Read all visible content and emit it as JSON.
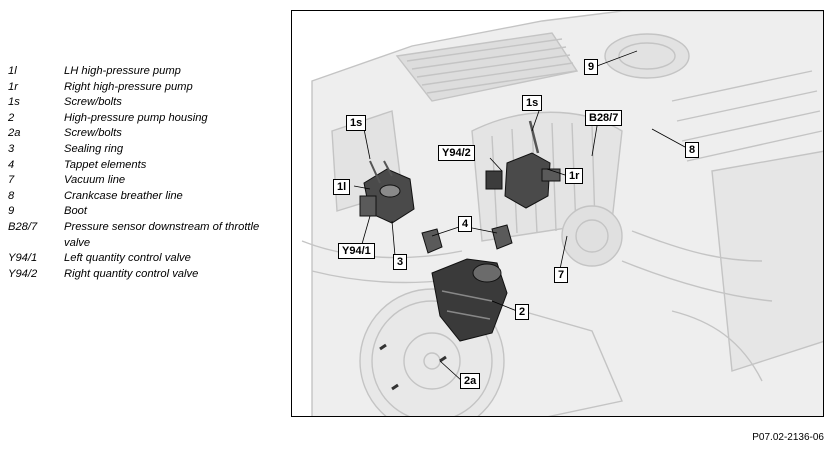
{
  "legend": [
    {
      "code": "1l",
      "desc": "LH high-pressure pump"
    },
    {
      "code": "1r",
      "desc": "Right high-pressure pump"
    },
    {
      "code": "1s",
      "desc": "Screw/bolts"
    },
    {
      "code": "2",
      "desc": "High-pressure pump housing"
    },
    {
      "code": "2a",
      "desc": "Screw/bolts"
    },
    {
      "code": "3",
      "desc": "Sealing ring"
    },
    {
      "code": "4",
      "desc": "Tappet elements"
    },
    {
      "code": "7",
      "desc": "Vacuum line"
    },
    {
      "code": "8",
      "desc": "Crankcase breather line"
    },
    {
      "code": "9",
      "desc": "Boot"
    },
    {
      "code": "B28/7",
      "desc": "Pressure sensor downstream of throttle valve"
    },
    {
      "code": "Y94/1",
      "desc": "Left quantity control valve"
    },
    {
      "code": "Y94/2",
      "desc": "Right quantity control valve"
    }
  ],
  "callouts": {
    "c9": "9",
    "c1s_right": "1s",
    "cB28": "B28/7",
    "c1s_left": "1s",
    "c8": "8",
    "cY942": "Y94/2",
    "c1r": "1r",
    "c1l": "1l",
    "c4": "4",
    "cY941": "Y94/1",
    "c3": "3",
    "c7": "7",
    "c2": "2",
    "c2a": "2a"
  },
  "figure_id": "P07.02-2136-06"
}
